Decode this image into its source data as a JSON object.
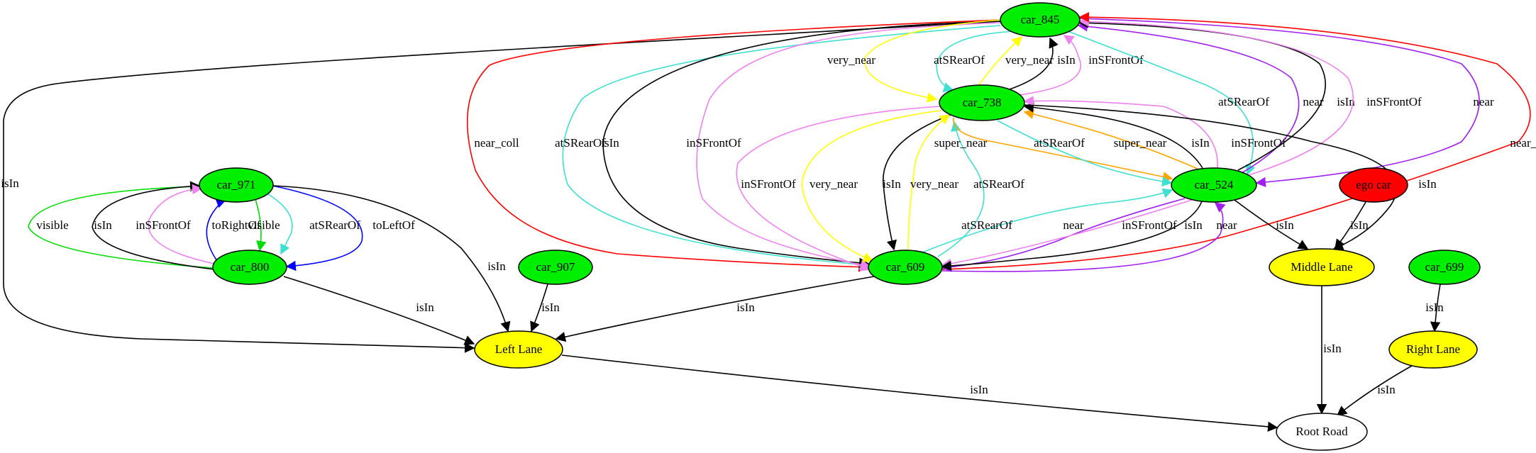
{
  "nodes": [
    {
      "id": "car_845",
      "label": "car_845",
      "fill": "#00ee00"
    },
    {
      "id": "car_738",
      "label": "car_738",
      "fill": "#00ee00"
    },
    {
      "id": "car_971",
      "label": "car_971",
      "fill": "#00ee00"
    },
    {
      "id": "car_800",
      "label": "car_800",
      "fill": "#00ee00"
    },
    {
      "id": "car_907",
      "label": "car_907",
      "fill": "#00ee00"
    },
    {
      "id": "car_609",
      "label": "car_609",
      "fill": "#00ee00"
    },
    {
      "id": "car_524",
      "label": "car_524",
      "fill": "#00ee00"
    },
    {
      "id": "ego_car",
      "label": "ego car",
      "fill": "#ff0000"
    },
    {
      "id": "car_699",
      "label": "car_699",
      "fill": "#00ee00"
    },
    {
      "id": "middle_lane",
      "label": "Middle Lane",
      "fill": "#ffff00"
    },
    {
      "id": "left_lane",
      "label": "Left Lane",
      "fill": "#ffff00"
    },
    {
      "id": "right_lane",
      "label": "Right Lane",
      "fill": "#ffff00"
    },
    {
      "id": "root_road",
      "label": "Root Road",
      "fill": "#ffffff"
    }
  ],
  "edges": [
    {
      "from": "car_845",
      "to": "left_lane",
      "label": "isIn",
      "color": "#000000"
    },
    {
      "from": "car_845",
      "to": "car_609",
      "label": "near_coll",
      "color": "#ff0000"
    },
    {
      "from": "car_845",
      "to": "car_609",
      "label": "atSRearOf",
      "color": "#40e0d0"
    },
    {
      "from": "car_845",
      "to": "car_609",
      "label": "isIn",
      "color": "#000000"
    },
    {
      "from": "car_845",
      "to": "car_609",
      "label": "inSFrontOf",
      "color": "#ee82ee"
    },
    {
      "from": "car_845",
      "to": "car_738",
      "label": "very_near",
      "color": "#ffff00"
    },
    {
      "from": "car_845",
      "to": "car_738",
      "label": "atSRearOf",
      "color": "#40e0d0"
    },
    {
      "from": "car_738",
      "to": "car_845",
      "label": "very_near",
      "color": "#ffff00"
    },
    {
      "from": "car_738",
      "to": "car_845",
      "label": "isIn",
      "color": "#000000"
    },
    {
      "from": "car_738",
      "to": "car_845",
      "label": "inSFrontOf",
      "color": "#ee82ee"
    },
    {
      "from": "car_845",
      "to": "car_524",
      "label": "atSRearOf",
      "color": "#40e0d0"
    },
    {
      "from": "car_524",
      "to": "car_845",
      "label": "near",
      "color": "#a020f0"
    },
    {
      "from": "car_524",
      "to": "car_845",
      "label": "isIn",
      "color": "#000000"
    },
    {
      "from": "car_524",
      "to": "car_845",
      "label": "inSFrontOf",
      "color": "#ee82ee"
    },
    {
      "from": "car_845",
      "to": "car_524",
      "label": "near",
      "color": "#a020f0"
    },
    {
      "from": "car_609",
      "to": "car_845",
      "label": "near_coll",
      "color": "#ff0000"
    },
    {
      "from": "car_738",
      "to": "car_609",
      "label": "inSFrontOf",
      "color": "#ee82ee"
    },
    {
      "from": "car_738",
      "to": "car_609",
      "label": "very_near",
      "color": "#ffff00"
    },
    {
      "from": "car_738",
      "to": "car_609",
      "label": "isIn",
      "color": "#000000"
    },
    {
      "from": "car_609",
      "to": "car_738",
      "label": "very_near",
      "color": "#ffff00"
    },
    {
      "from": "car_609",
      "to": "car_738",
      "label": "atSRearOf",
      "color": "#40e0d0"
    },
    {
      "from": "car_738",
      "to": "car_524",
      "label": "super_near",
      "color": "#ffa500"
    },
    {
      "from": "car_738",
      "to": "car_524",
      "label": "atSRearOf",
      "color": "#40e0d0"
    },
    {
      "from": "car_524",
      "to": "car_738",
      "label": "super_near",
      "color": "#ffa500"
    },
    {
      "from": "car_524",
      "to": "car_738",
      "label": "isIn",
      "color": "#000000"
    },
    {
      "from": "car_524",
      "to": "car_738",
      "label": "inSFrontOf",
      "color": "#ee82ee"
    },
    {
      "from": "car_738",
      "to": "middle_lane",
      "label": "isIn",
      "color": "#000000"
    },
    {
      "from": "car_609",
      "to": "car_524",
      "label": "atSRearOf",
      "color": "#40e0d0"
    },
    {
      "from": "car_524",
      "to": "car_609",
      "label": "near",
      "color": "#a020f0"
    },
    {
      "from": "car_524",
      "to": "car_609",
      "label": "inSFrontOf",
      "color": "#ee82ee"
    },
    {
      "from": "car_524",
      "to": "car_609",
      "label": "isIn",
      "color": "#000000"
    },
    {
      "from": "car_609",
      "to": "car_524",
      "label": "near",
      "color": "#a020f0"
    },
    {
      "from": "car_524",
      "to": "middle_lane",
      "label": "isIn",
      "color": "#000000"
    },
    {
      "from": "ego_car",
      "to": "middle_lane",
      "label": "isIn",
      "color": "#000000"
    },
    {
      "from": "car_609",
      "to": "left_lane",
      "label": "isIn",
      "color": "#000000"
    },
    {
      "from": "car_971",
      "to": "car_800",
      "label": "visible",
      "color": "#00dd00"
    },
    {
      "from": "car_971",
      "to": "car_800",
      "label": "atSRearOf",
      "color": "#40e0d0"
    },
    {
      "from": "car_971",
      "to": "car_800",
      "label": "toLeftOf",
      "color": "#0000ff"
    },
    {
      "from": "car_800",
      "to": "car_971",
      "label": "visible",
      "color": "#00dd00"
    },
    {
      "from": "car_800",
      "to": "car_971",
      "label": "isIn",
      "color": "#000000"
    },
    {
      "from": "car_800",
      "to": "car_971",
      "label": "inSFrontOf",
      "color": "#ee82ee"
    },
    {
      "from": "car_800",
      "to": "car_971",
      "label": "toRightOf",
      "color": "#0000ff"
    },
    {
      "from": "car_971",
      "to": "left_lane",
      "label": "isIn",
      "color": "#000000"
    },
    {
      "from": "car_800",
      "to": "left_lane",
      "label": "isIn",
      "color": "#000000"
    },
    {
      "from": "car_907",
      "to": "left_lane",
      "label": "isIn",
      "color": "#000000"
    },
    {
      "from": "car_699",
      "to": "right_lane",
      "label": "isIn",
      "color": "#000000"
    },
    {
      "from": "middle_lane",
      "to": "root_road",
      "label": "isIn",
      "color": "#000000"
    },
    {
      "from": "right_lane",
      "to": "root_road",
      "label": "isIn",
      "color": "#000000"
    },
    {
      "from": "left_lane",
      "to": "root_road",
      "label": "isIn",
      "color": "#000000"
    }
  ]
}
